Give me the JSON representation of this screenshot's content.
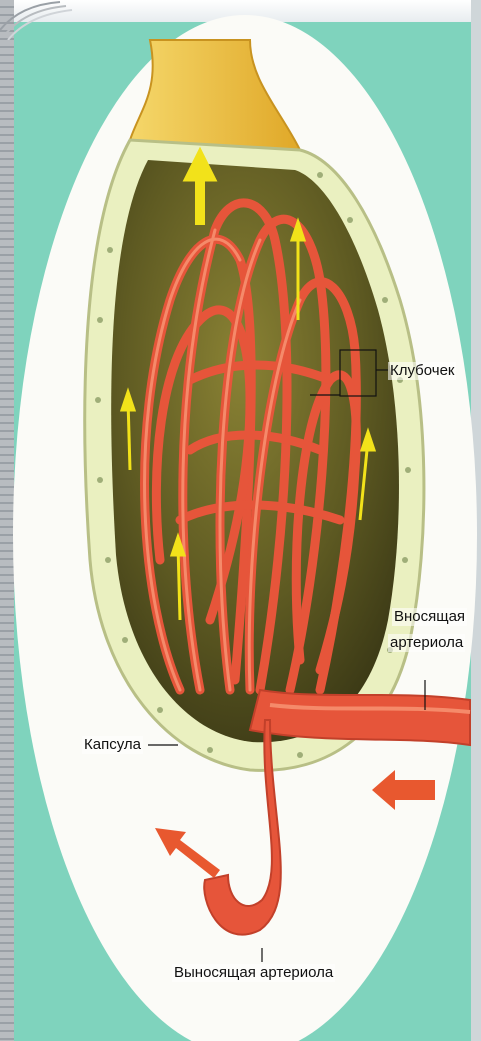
{
  "labels": {
    "glomerulus": "Клубочек",
    "afferent_line1": "Вносящая",
    "afferent_line2": "артериола",
    "capsule": "Капсула",
    "efferent": "Выносящая артериола"
  },
  "colors": {
    "background": "#7fd3bd",
    "circle": "#fbfbf7",
    "capsule_wall": "#eaf0c0",
    "capsule_inner": "#6f6a2a",
    "tubule": "#f0c23a",
    "vessel": "#e6553a",
    "vessel_light": "#f58a6a",
    "flow_arrow": "#f2e21a",
    "blood_arrow": "#e8582f"
  }
}
